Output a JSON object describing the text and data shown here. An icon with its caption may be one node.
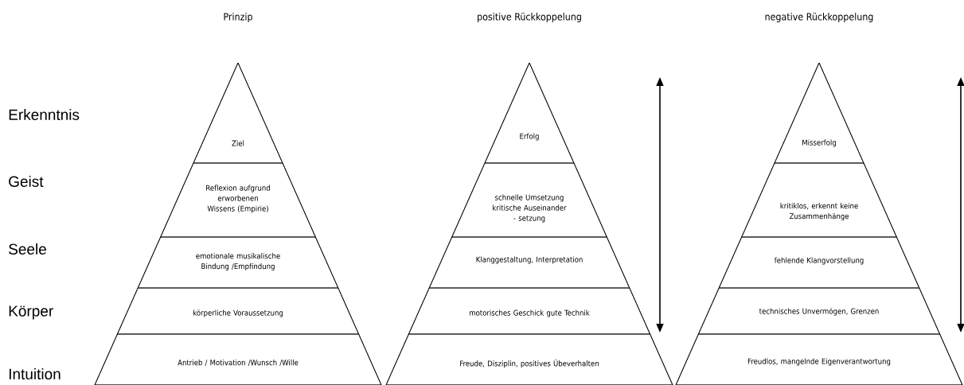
{
  "diagram": {
    "nodes": [
      {
        "text": [
          "Prinzip"
        ]
      },
      {
        "text": [
          "Ziel"
        ],
        "in": 0
      },
      {
        "text": [
          "Reflexion aufgrund erworbenen Wissens (Empirie)"
        ],
        "in": 0
      },
      {
        "text": [
          "emotionale musikalische Bindung /Empfindung"
        ],
        "in": 0
      },
      {
        "text": [
          "körperliche Voraussetzung"
        ],
        "in": 0
      },
      {
        "text": [
          "Antrieb / Motivation /Wunsch /Wille"
        ],
        "in": 0
      },
      {
        "text": [
          "positive Rückkoppelung"
        ]
      },
      {
        "text": [
          "Erfolg"
        ],
        "in": 6
      },
      {
        "text": [
          "schnelle Umsetzung kritische Auseinander - setzung"
        ],
        "in": 6
      },
      {
        "text": [
          "Klanggestaltung, Interpretation"
        ],
        "in": 6
      },
      {
        "text": [
          "motorisches Geschick gute Technik"
        ],
        "in": 6
      },
      {
        "text": [
          "Freude, Disziplin, positives Übeverhalten"
        ],
        "in": 6
      },
      {
        "text": [
          "negative Rückkoppelung"
        ]
      },
      {
        "text": [
          "Misserfolg"
        ],
        "in": 12
      },
      {
        "text": [
          "kritiklos, erkennt keine Zusammenhänge"
        ],
        "in": 12
      },
      {
        "text": [
          "fehlende Klangvorstellung"
        ],
        "in": 12
      },
      {
        "text": [
          "technisches Unvermögen, Grenzen"
        ],
        "in": 12
      },
      {
        "text": [
          "Freudlos, mangelnde Eigenverantwortung"
        ],
        "in": 12
      }
    ],
    "labels": [
      "Erkenntnis",
      "Geist",
      "Seele",
      "Körper",
      "Intuition"
    ]
  }
}
